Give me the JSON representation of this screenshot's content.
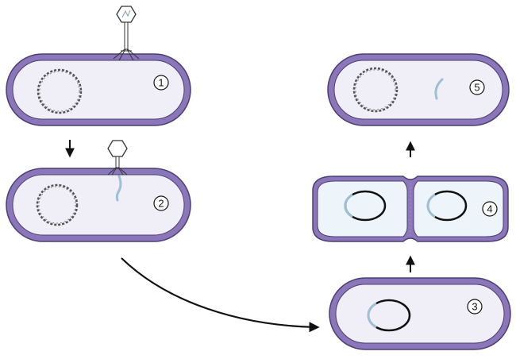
{
  "steps": [
    {
      "number": "1",
      "stage": "phage-attachment"
    },
    {
      "number": "2",
      "stage": "phage-dna-injection"
    },
    {
      "number": "3",
      "stage": "integrated-dna"
    },
    {
      "number": "4",
      "stage": "cell-division"
    },
    {
      "number": "5",
      "stage": "daughter-cell"
    }
  ],
  "colors": {
    "cell_wall": "#8a76b8",
    "cell_wall_outline": "#4b3e74",
    "cytoplasm": "#f0eef6",
    "dividing_cytoplasm": "#eef5fa",
    "phage_dna": "#9ec0d4",
    "chromosome": "#111111",
    "arrow": "#111111"
  },
  "icons": [
    "bacteriophage-icon",
    "bacterial-chromosome-icon",
    "phage-dna-icon",
    "circular-dna-icon"
  ]
}
